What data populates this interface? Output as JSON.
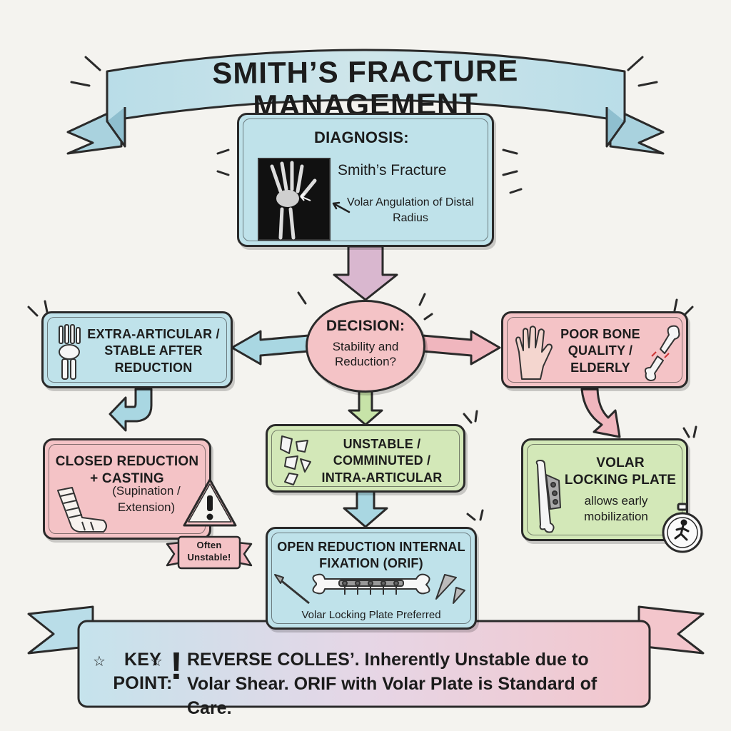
{
  "title": "SMITH’S FRACTURE MANAGEMENT",
  "diagnosis": {
    "heading": "DIAGNOSIS:",
    "name": "Smith’s Fracture",
    "detail": "Volar Angulation of Distal Radius"
  },
  "decision": {
    "heading": "DECISION:",
    "question": "Stability and Reduction?"
  },
  "branch_left": {
    "label": "EXTRA-ARTICULAR / STABLE AFTER REDUCTION"
  },
  "branch_center": {
    "label": "UNSTABLE / COMMINUTED / INTRA-ARTICULAR"
  },
  "branch_right": {
    "label": "POOR BONE QUALITY / ELDERLY"
  },
  "closed_reduction": {
    "heading": "CLOSED REDUCTION + CASTING",
    "detail": "(Supination / Extension)",
    "warning": "Often Unstable!"
  },
  "orif": {
    "heading": "OPEN REDUCTION INTERNAL FIXATION (ORIF)",
    "detail": "Volar Locking Plate Preferred"
  },
  "volar_plate": {
    "heading": "VOLAR LOCKING PLATE",
    "detail": "allows early mobilization"
  },
  "key_point": {
    "label": "KEY POINT:",
    "text": "REVERSE COLLES’. Inherently Unstable due to Volar Shear. ORIF with Volar Plate is Standard of Care."
  },
  "colors": {
    "blue": "#bfe2ea",
    "pink": "#f4c3c6",
    "green": "#d3e8b8",
    "outline": "#2a2a2a"
  }
}
